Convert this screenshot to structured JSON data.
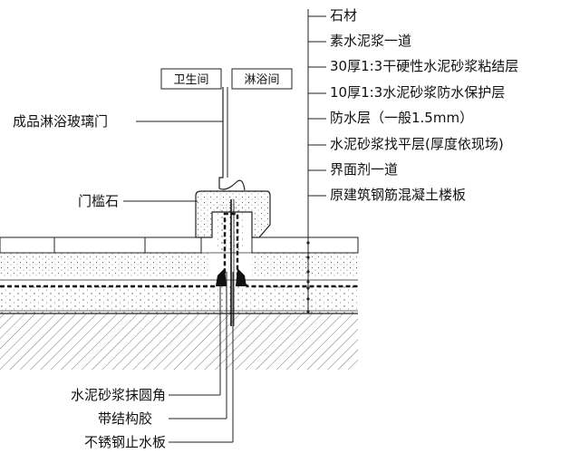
{
  "labels": {
    "right": [
      "石材",
      "素水泥浆一道",
      "30厚1:3干硬性水泥砂浆粘结层",
      "10厚1:3水泥砂浆防水保护层",
      "防水层（一般1.5mm）",
      "水泥砂浆找平层(厚度依现场)",
      "界面剂一道",
      "原建筑钢筋混凝土楼板"
    ],
    "room_left": "卫生间",
    "room_right": "淋浴间",
    "glass_door": "成品淋浴玻璃门",
    "threshold": "门槛石",
    "bottom": [
      "水泥砂浆抹圆角",
      "带结构胶",
      "不锈钢止水板"
    ]
  }
}
